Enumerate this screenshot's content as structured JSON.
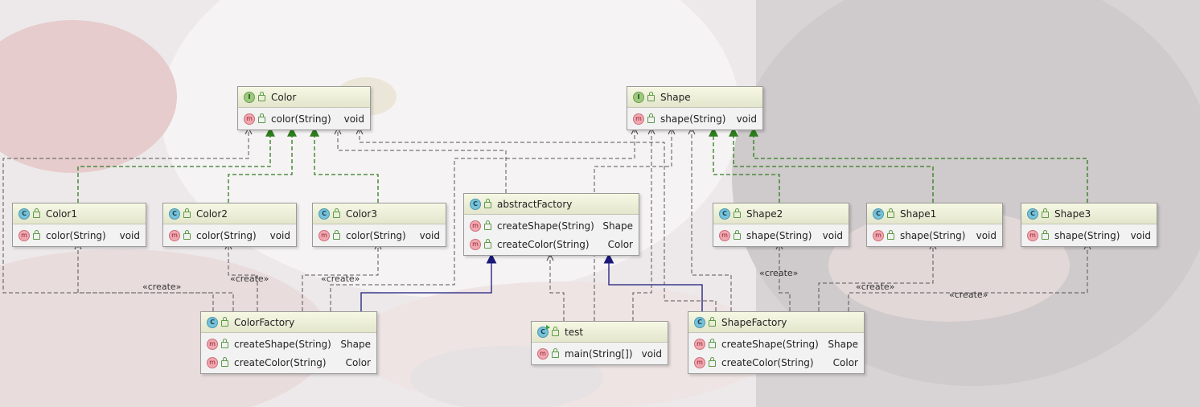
{
  "colors": {
    "interface": "#9ccb7e",
    "class": "#76c2d8",
    "method": "#f2a8b0",
    "realization": "#2e7d1e",
    "generalization": "#1a1a7a",
    "dependency": "#555555"
  },
  "nodes": {
    "color_if": {
      "kind": "I",
      "name": "Color",
      "methods": [
        {
          "sig": "color(String)",
          "ret": "void"
        }
      ]
    },
    "shape_if": {
      "kind": "I",
      "name": "Shape",
      "methods": [
        {
          "sig": "shape(String)",
          "ret": "void"
        }
      ]
    },
    "color1": {
      "kind": "C",
      "name": "Color1",
      "methods": [
        {
          "sig": "color(String)",
          "ret": "void"
        }
      ]
    },
    "color2": {
      "kind": "C",
      "name": "Color2",
      "methods": [
        {
          "sig": "color(String)",
          "ret": "void"
        }
      ]
    },
    "color3": {
      "kind": "C",
      "name": "Color3",
      "methods": [
        {
          "sig": "color(String)",
          "ret": "void"
        }
      ]
    },
    "abstract_factory": {
      "kind": "C",
      "name": "abstractFactory",
      "methods": [
        {
          "sig": "createShape(String)",
          "ret": "Shape"
        },
        {
          "sig": "createColor(String)",
          "ret": "Color"
        }
      ]
    },
    "shape2": {
      "kind": "C",
      "name": "Shape2",
      "methods": [
        {
          "sig": "shape(String)",
          "ret": "void"
        }
      ]
    },
    "shape1": {
      "kind": "C",
      "name": "Shape1",
      "methods": [
        {
          "sig": "shape(String)",
          "ret": "void"
        }
      ]
    },
    "shape3": {
      "kind": "C",
      "name": "Shape3",
      "methods": [
        {
          "sig": "shape(String)",
          "ret": "void"
        }
      ]
    },
    "color_factory": {
      "kind": "C",
      "name": "ColorFactory",
      "methods": [
        {
          "sig": "createShape(String)",
          "ret": "Shape"
        },
        {
          "sig": "createColor(String)",
          "ret": "Color"
        }
      ]
    },
    "test": {
      "kind": "C",
      "name": "test",
      "methods": [
        {
          "sig": "main(String[])",
          "ret": "void"
        }
      ]
    },
    "shape_factory": {
      "kind": "C",
      "name": "ShapeFactory",
      "methods": [
        {
          "sig": "createShape(String)",
          "ret": "Shape"
        },
        {
          "sig": "createColor(String)",
          "ret": "Color"
        }
      ]
    }
  },
  "labels": {
    "create": "«create»"
  }
}
